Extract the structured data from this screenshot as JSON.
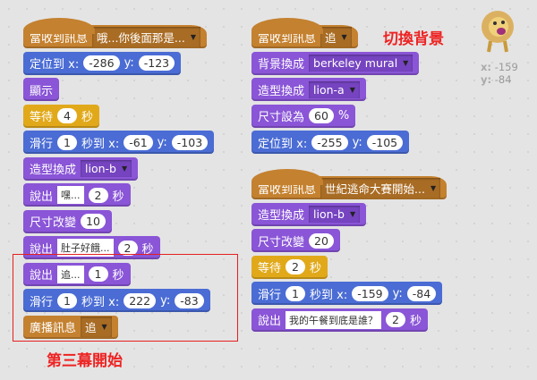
{
  "colors": {
    "events": "#c4812f",
    "motion": "#4a6cd4",
    "looks": "#8a55d7",
    "control": "#e1a91a",
    "annotation": "#ee2222"
  },
  "scripts": [
    {
      "id": "left",
      "blocks": [
        {
          "cat": "events",
          "hat": true,
          "parts": [
            {
              "t": "text",
              "v": "當收到訊息"
            },
            {
              "t": "dd",
              "v": "哦...你後面那是..."
            }
          ]
        },
        {
          "cat": "motion",
          "parts": [
            {
              "t": "text",
              "v": "定位到 x:"
            },
            {
              "t": "num",
              "v": "-286"
            },
            {
              "t": "text",
              "v": "y:"
            },
            {
              "t": "num",
              "v": "-123"
            }
          ]
        },
        {
          "cat": "looks",
          "parts": [
            {
              "t": "text",
              "v": "顯示"
            }
          ]
        },
        {
          "cat": "control",
          "parts": [
            {
              "t": "text",
              "v": "等待"
            },
            {
              "t": "num",
              "v": "4"
            },
            {
              "t": "text",
              "v": "秒"
            }
          ]
        },
        {
          "cat": "motion",
          "parts": [
            {
              "t": "text",
              "v": "滑行"
            },
            {
              "t": "num",
              "v": "1"
            },
            {
              "t": "text",
              "v": "秒到 x:"
            },
            {
              "t": "num",
              "v": "-61"
            },
            {
              "t": "text",
              "v": "y:"
            },
            {
              "t": "num",
              "v": "-103"
            }
          ]
        },
        {
          "cat": "looks",
          "parts": [
            {
              "t": "text",
              "v": "造型換成"
            },
            {
              "t": "dd",
              "v": "lion-b"
            }
          ]
        },
        {
          "cat": "looks",
          "parts": [
            {
              "t": "text",
              "v": "說出"
            },
            {
              "t": "str",
              "v": "嘿..."
            },
            {
              "t": "num",
              "v": "2"
            },
            {
              "t": "text",
              "v": "秒"
            }
          ]
        },
        {
          "cat": "looks",
          "parts": [
            {
              "t": "text",
              "v": "尺寸改變"
            },
            {
              "t": "num",
              "v": "10"
            }
          ]
        },
        {
          "cat": "looks",
          "parts": [
            {
              "t": "text",
              "v": "說出"
            },
            {
              "t": "str",
              "v": "肚子好餓..."
            },
            {
              "t": "num",
              "v": "2"
            },
            {
              "t": "text",
              "v": "秒"
            }
          ]
        },
        {
          "cat": "looks",
          "parts": [
            {
              "t": "text",
              "v": "說出"
            },
            {
              "t": "str",
              "v": "追..."
            },
            {
              "t": "num",
              "v": "1"
            },
            {
              "t": "text",
              "v": "秒"
            }
          ]
        },
        {
          "cat": "motion",
          "parts": [
            {
              "t": "text",
              "v": "滑行"
            },
            {
              "t": "num",
              "v": "1"
            },
            {
              "t": "text",
              "v": "秒到 x:"
            },
            {
              "t": "num",
              "v": "222"
            },
            {
              "t": "text",
              "v": "y:"
            },
            {
              "t": "num",
              "v": "-83"
            }
          ]
        },
        {
          "cat": "events",
          "parts": [
            {
              "t": "text",
              "v": "廣播訊息"
            },
            {
              "t": "dd",
              "v": "追"
            }
          ]
        }
      ]
    },
    {
      "id": "right-top",
      "blocks": [
        {
          "cat": "events",
          "hat": true,
          "parts": [
            {
              "t": "text",
              "v": "當收到訊息"
            },
            {
              "t": "dd",
              "v": "追"
            }
          ]
        },
        {
          "cat": "looks",
          "parts": [
            {
              "t": "text",
              "v": "背景換成"
            },
            {
              "t": "dd",
              "v": "berkeley mural"
            }
          ]
        },
        {
          "cat": "looks",
          "parts": [
            {
              "t": "text",
              "v": "造型換成"
            },
            {
              "t": "dd",
              "v": "lion-a"
            }
          ]
        },
        {
          "cat": "looks",
          "parts": [
            {
              "t": "text",
              "v": "尺寸設為"
            },
            {
              "t": "num",
              "v": "60"
            },
            {
              "t": "text",
              "v": "%"
            }
          ]
        },
        {
          "cat": "motion",
          "parts": [
            {
              "t": "text",
              "v": "定位到 x:"
            },
            {
              "t": "num",
              "v": "-255"
            },
            {
              "t": "text",
              "v": "y:"
            },
            {
              "t": "num",
              "v": "-105"
            }
          ]
        }
      ]
    },
    {
      "id": "right-bottom",
      "blocks": [
        {
          "cat": "events",
          "hat": true,
          "parts": [
            {
              "t": "text",
              "v": "當收到訊息"
            },
            {
              "t": "dd",
              "v": "世紀逃命大賽開始..."
            }
          ]
        },
        {
          "cat": "looks",
          "parts": [
            {
              "t": "text",
              "v": "造型換成"
            },
            {
              "t": "dd",
              "v": "lion-b"
            }
          ]
        },
        {
          "cat": "looks",
          "parts": [
            {
              "t": "text",
              "v": "尺寸改變"
            },
            {
              "t": "num",
              "v": "20"
            }
          ]
        },
        {
          "cat": "control",
          "parts": [
            {
              "t": "text",
              "v": "等待"
            },
            {
              "t": "num",
              "v": "2"
            },
            {
              "t": "text",
              "v": "秒"
            }
          ]
        },
        {
          "cat": "motion",
          "parts": [
            {
              "t": "text",
              "v": "滑行"
            },
            {
              "t": "num",
              "v": "1"
            },
            {
              "t": "text",
              "v": "秒到 x:"
            },
            {
              "t": "num",
              "v": "-159"
            },
            {
              "t": "text",
              "v": "y:"
            },
            {
              "t": "num",
              "v": "-84"
            }
          ]
        },
        {
          "cat": "looks",
          "parts": [
            {
              "t": "text",
              "v": "說出"
            },
            {
              "t": "str",
              "v": "我的午餐到底是誰？"
            },
            {
              "t": "num",
              "v": "2"
            },
            {
              "t": "text",
              "v": "秒"
            }
          ]
        }
      ]
    }
  ],
  "annotations": {
    "switch_backdrop": "切換背景",
    "act_three_start": "第三幕開始"
  },
  "sprite": {
    "icon": "lion-sprite-icon",
    "x_label": "x:",
    "x": "-159",
    "y_label": "y:",
    "y": "-84"
  }
}
